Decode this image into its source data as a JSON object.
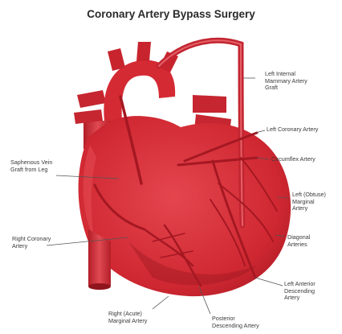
{
  "title": "Coronary Artery Bypass Surgery",
  "labels": {
    "limag": [
      "Left Internal",
      "Mammary Artery",
      "Graft"
    ],
    "left_coronary": [
      "Left Coronary Artery"
    ],
    "circumflex": [
      "Circumflex Artery"
    ],
    "left_obtuse": [
      "Left (Obtuse)",
      "Marginal",
      "Artery"
    ],
    "diagonal": [
      "Diagonal",
      "Arteries"
    ],
    "lad": [
      "Left Anterior",
      "Descending",
      "Artery"
    ],
    "posterior": [
      "Posterior",
      "Descending Artery"
    ],
    "right_acute": [
      "Right (Acute)",
      "Marginal Artery"
    ],
    "right_coronary": [
      "Right Coronary",
      "Artery"
    ],
    "saphenous": [
      "Saphenous Vein",
      "Graft from Leg"
    ]
  },
  "colors": {
    "heart": "#d42a33",
    "heart_dark": "#a81a24",
    "heart_light": "#e8555c",
    "artery": "#b81c27",
    "leader": "#555555",
    "title": "#2a2a2a"
  }
}
